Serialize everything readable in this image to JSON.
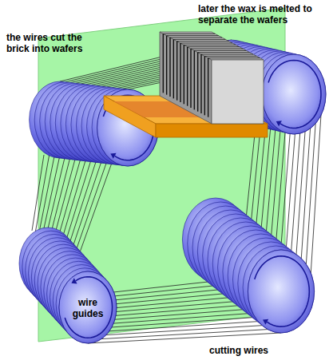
{
  "diagram": {
    "labels": [
      "the wires cut the brick into wafers",
      "later the wax is melted to separate the wafers",
      "wire guides",
      "cutting wires"
    ]
  }
}
